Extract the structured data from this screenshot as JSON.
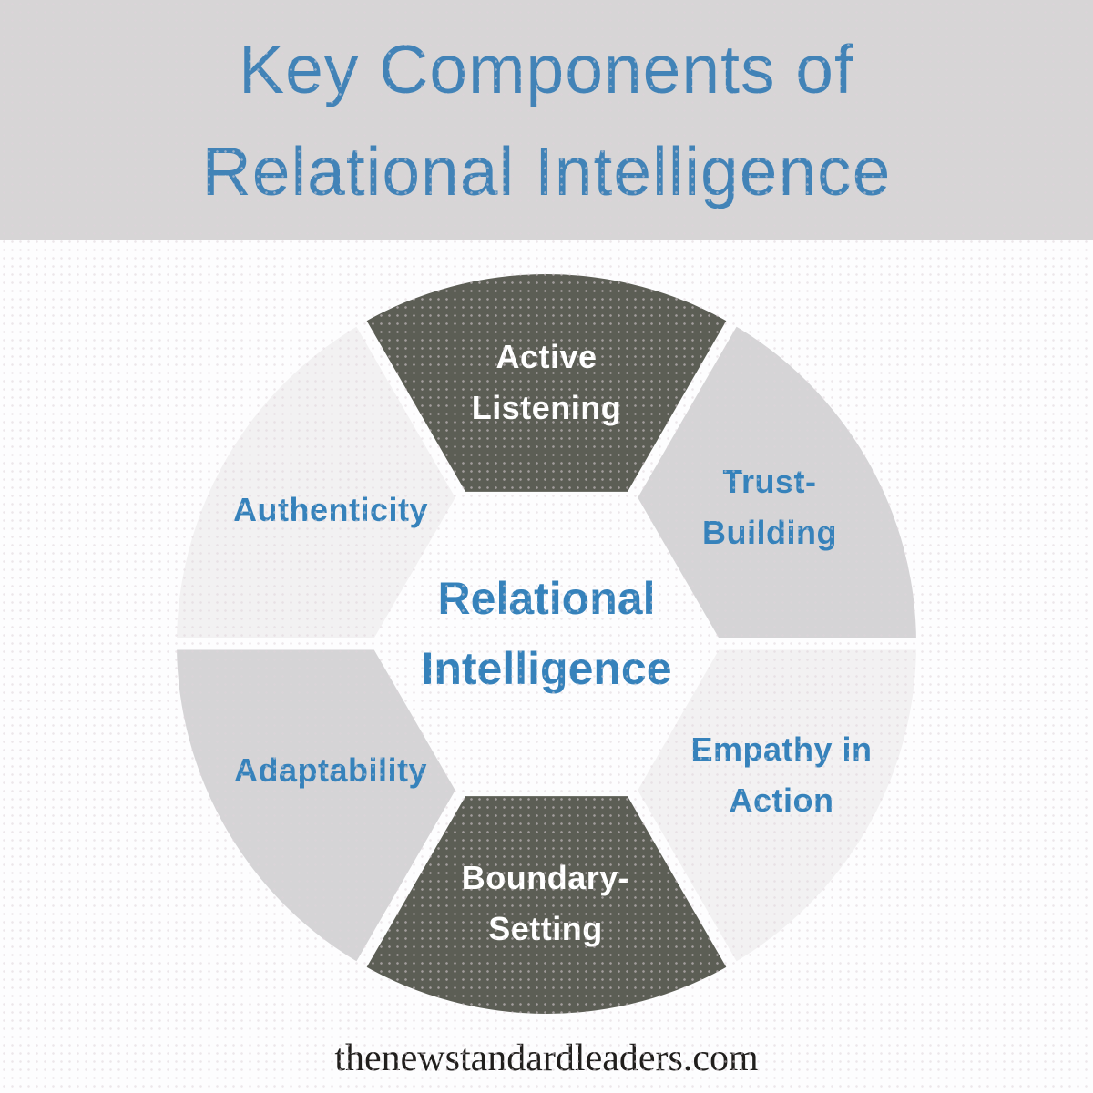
{
  "header": {
    "title_line1": "Key Components of",
    "title_line2": "Relational Intelligence",
    "bg_color": "#D7D5D6",
    "title_color": "#4283B7"
  },
  "wheel": {
    "center_label_line1": "Relational",
    "center_label_line2": "Intelligence",
    "colors": {
      "dark": "#5C5E55",
      "medium": "#D5D4D6",
      "light": "#F2F1F2",
      "gap": "#FDFDFE",
      "label_blue": "#3682BB",
      "label_white": "#FFFFFF"
    },
    "segments": [
      {
        "id": "active-listening",
        "position": "top",
        "tone": "dark",
        "label_line1": "Active",
        "label_line2": "Listening"
      },
      {
        "id": "trust-building",
        "position": "top-right",
        "tone": "medium",
        "label_line1": "Trust-",
        "label_line2": "Building"
      },
      {
        "id": "empathy-in-action",
        "position": "bottom-right",
        "tone": "light",
        "label_line1": "Empathy in",
        "label_line2": "Action"
      },
      {
        "id": "boundary-setting",
        "position": "bottom",
        "tone": "dark",
        "label_line1": "Boundary-",
        "label_line2": "Setting"
      },
      {
        "id": "adaptability",
        "position": "bottom-left",
        "tone": "medium",
        "label": "Adaptability"
      },
      {
        "id": "authenticity",
        "position": "top-left",
        "tone": "light",
        "label": "Authenticity"
      }
    ]
  },
  "footer": {
    "website": "thenewstandardleaders.com"
  }
}
